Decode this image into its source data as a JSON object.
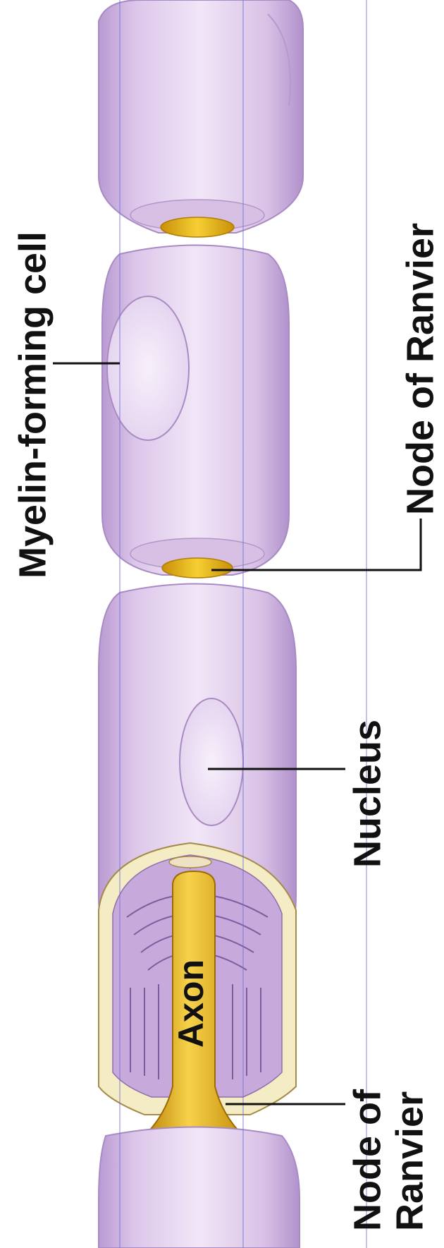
{
  "labels": {
    "myelin_forming_cell": "Myelin-forming cell",
    "node_of_ranvier_top": "Node of Ranvier",
    "nucleus": "Nucleus",
    "axon": "Axon",
    "node_of_ranvier_bottom_line1": "Node of",
    "node_of_ranvier_bottom_line2": "Ranvier"
  },
  "colors": {
    "myelin": "#d9c2e6",
    "myelin_edge": "#a98bc4",
    "axon": "#e8b21e",
    "node_ring": "#f0c21a",
    "cut_inner": "#f3ecc4",
    "guide_line": "#6f6fd6"
  }
}
